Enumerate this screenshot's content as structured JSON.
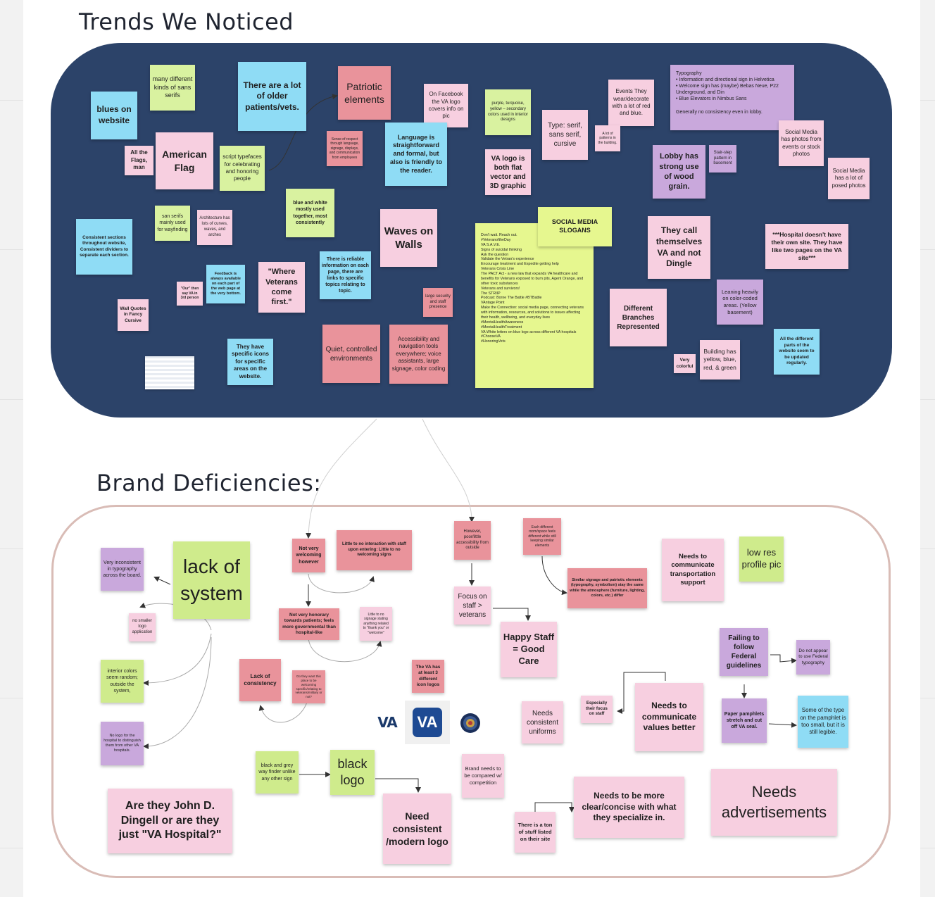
{
  "sections": {
    "trends_title": "Trends We Noticed",
    "deficiencies_title": "Brand Deficiencies:"
  },
  "trends": {
    "n1": "many different kinds of sans serifs",
    "n2": "blues on website",
    "n3": "There are a lot of older patients/vets.",
    "n4": "Patriotic elements",
    "n5": "On Facebook the VA logo covers info on pic",
    "n6": "purple, turquoise, yellow – secondary colors used in interior designs",
    "n7": "Events They wear/decorate with a lot of red and blue.",
    "n8": "Typography\n• Information and directional sign in Helvetica\n• Welcome sign has (maybe) Bebas Neue, P22 Underground, and Din\n• Blue Elevators in Nimbus Sans\n\nGenerally no consistency even in lobby.",
    "n9": "All the Flags, man",
    "n10": "American Flag",
    "n11": "script typefaces for celebrating and honoring people",
    "n12": "Sense of respect through language, signage, displays, and communication from employees",
    "n13": "Language is straightforward and formal, but also is friendly to the reader.",
    "n14": "Type: serif, sans serif, cursive",
    "n15": "A lot of patterns in the building.",
    "n16": "Social Media has photos from events or stock photos",
    "n17": "VA logo is both flat vector and 3D graphic",
    "n18": "Lobby has strong use of wood grain.",
    "n19": "Stair-step pattern in basement",
    "n20": "Social Media has a lot of posed photos",
    "n21": "san serifs mainly used for wayfinding",
    "n22": "Architecture has lots of curves, waves, and arches",
    "n23": "blue and white mostly used together, most consistently",
    "n24": "Waves on Walls",
    "n25": "SOCIAL MEDIA SLOGANS",
    "n26": "Don't wait. Reach out.\n#VeteranoftheDay\nVA S.A.V.E.\nSigns of suicidal thinking\nAsk the question\nValidate the Vetran's experience\nEncourage treatment and Expedite getting help\nVeterans Crisis Line\nThe PACT Act - a new law that expands VA healthcare and benefits for Veterans exposed to burn pits, Agent Orange, and other toxic substances\nVeterans and survivors!\nThe STRIIP\nPodcast: Borne The Battle #BTBattle\nVAntage Point\nMake the Connection: social media page, connecting veterans with information, resources, and solutions to issues affecting their health, wellbeing, and everyday lives\n#MentalHealthAwareness\n#MentalHealthTreatment\nVA White letters on blue logo across different VA hospitals\n#ChooseVA\n#HonoringVets",
    "n27": "They call themselves VA and not Dingle",
    "n28": "***Hospital doesn't have their own site. They have like two pages on the VA site***",
    "n29": "Consistent sections throughout website, Consistent dividers to separate each section.",
    "n30": "Feedback is always available on each part of the web page at the very bottom.",
    "n31": "\"Our\" then say VA in 3rd person",
    "n32": "\"Where Veterans come first.\"",
    "n33": "There is reliable information on each page, there are links to specific topics relating to topic.",
    "n34": "large security and staff presence",
    "n35": "Different Branches Represented",
    "n36": "Leaning heavily on color-coded areas. (Yellow basement)",
    "n37": "Wall Quotes in Fancy Cursive",
    "n38": "They have specific icons for specific areas on the website.",
    "n39": "Quiet, controlled environments",
    "n40": "Accessibility and navigation tools everywhere; voice assistants, large signage, color coding",
    "n41": "Very colorful",
    "n42": "Building has yellow, blue, red, & green",
    "n43": "All the different parts of the website seem to be updated regularly."
  },
  "deficiencies": {
    "d1": "Very inconsistent in typography across the board.",
    "d2": "lack of system",
    "d3": "Not very welcoming however",
    "d4": "Little to no interaction with staff upon entering: Little to no welcoming signs",
    "d5": "However, poor/little accessibility from outside",
    "d6": "Each different room/space feels different while still keeping similar elements",
    "d7": "Needs to communicate transportation support",
    "d8": "low res profile pic",
    "d9": "Similar signage and patriotic elements (typography, symbolism) stay the same while the atmosphere (furniture, lighting, colors, etc.) differ",
    "d10": "no smaller logo application",
    "d11": "Not very honorary towards patients; feels more governmental than hospital-like",
    "d12": "Little to no signage stating anything related to \"thank you\" or \"welcome\"",
    "d13": "Focus on staff > veterans",
    "d14": "Happy Staff = Good Care",
    "d15": "Failing to follow Federal guidelines",
    "d16": "Do not appear to use Federal typography",
    "d17": "interior colors seem random; outside the system,",
    "d18": "Lack of consistency",
    "d19": "Do they want this place to be welcoming specific/relating to veterans/military or not?",
    "d20": "The VA has at least 3 different icon logos",
    "d21": "Needs consistent uniforms",
    "d22": "Especially their focus on staff",
    "d23": "Needs to communicate values better",
    "d24": "Paper pamphlets stretch and cut off VA seal.",
    "d25": "Some of the type on the pamphlet is too small, but it is still legible.",
    "d26": "No logo for the hospital to distinguish them from other VA hospitals.",
    "d27": "black and grey way finder unlike any other sign",
    "d28": "black logo",
    "d29": "Brand needs to be compared w/ competition",
    "d30": "Are they John D. Dingell or are they just \"VA Hospital?\"",
    "d31": "Need consistent /modern logo",
    "d32": "Needs to be more clear/concise with what they specialize in.",
    "d33": "There is a ton of stuff listed on their site",
    "d34": "Needs advertisements"
  },
  "logos": {
    "logo1": "VA",
    "logo2": "VA"
  },
  "colors": {
    "dark_frame": "#2c4369",
    "yellow": "#d9f2a0",
    "blue": "#8fdcf5",
    "pink": "#f7cfe0",
    "red": "#e9939b",
    "purple": "#c9a8dc"
  }
}
